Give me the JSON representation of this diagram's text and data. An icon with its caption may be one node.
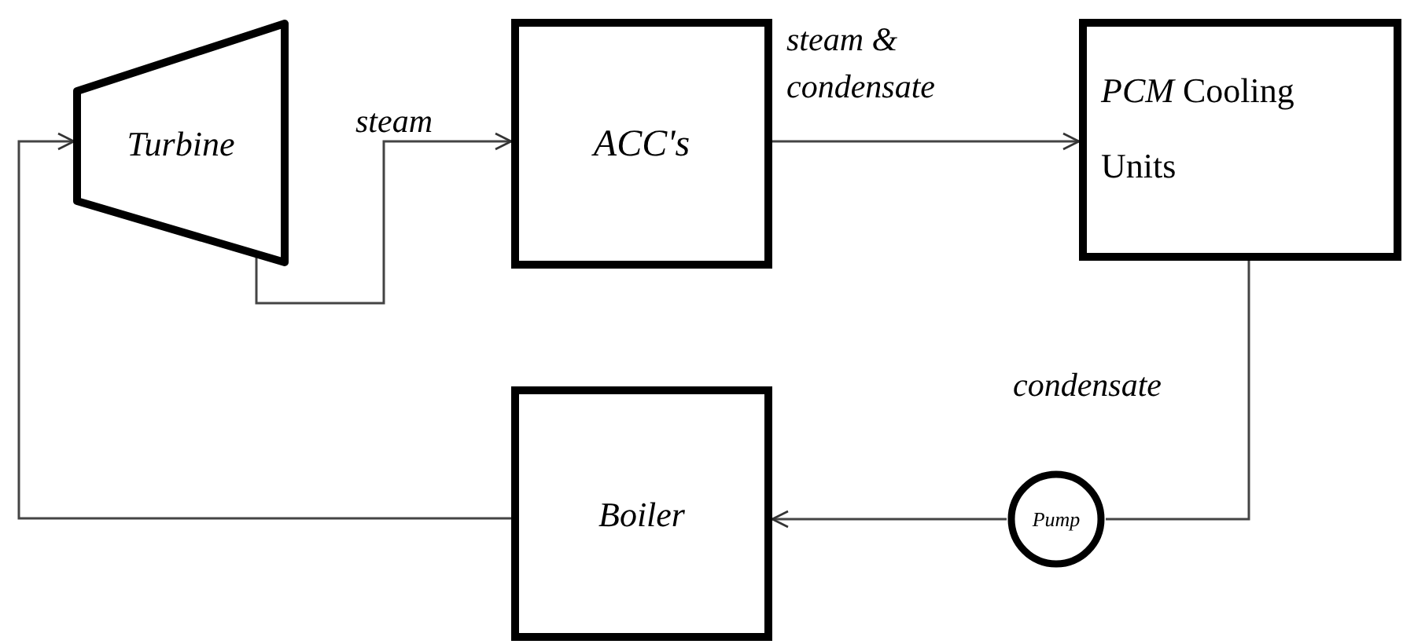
{
  "diagram": {
    "nodes": [
      {
        "text": [
          "Turbine"
        ]
      },
      {
        "text": [
          "ACC's"
        ]
      },
      {
        "text": [
          "*PCM* Cooling Units"
        ]
      },
      {
        "text": [
          "Pump"
        ]
      },
      {
        "text": [
          "Boiler"
        ]
      }
    ],
    "edges": [
      {
        "from": 0,
        "to": 1,
        "arrow": "to",
        "label": "steam"
      },
      {
        "from": 1,
        "to": 2,
        "arrow": "to",
        "label": "steam & condensate"
      },
      {
        "from": 2,
        "to": 3,
        "arrow": "none",
        "label": "condensate"
      },
      {
        "from": 3,
        "to": 4,
        "arrow": "to"
      },
      {
        "from": 4,
        "to": 0,
        "arrow": "to"
      }
    ]
  }
}
